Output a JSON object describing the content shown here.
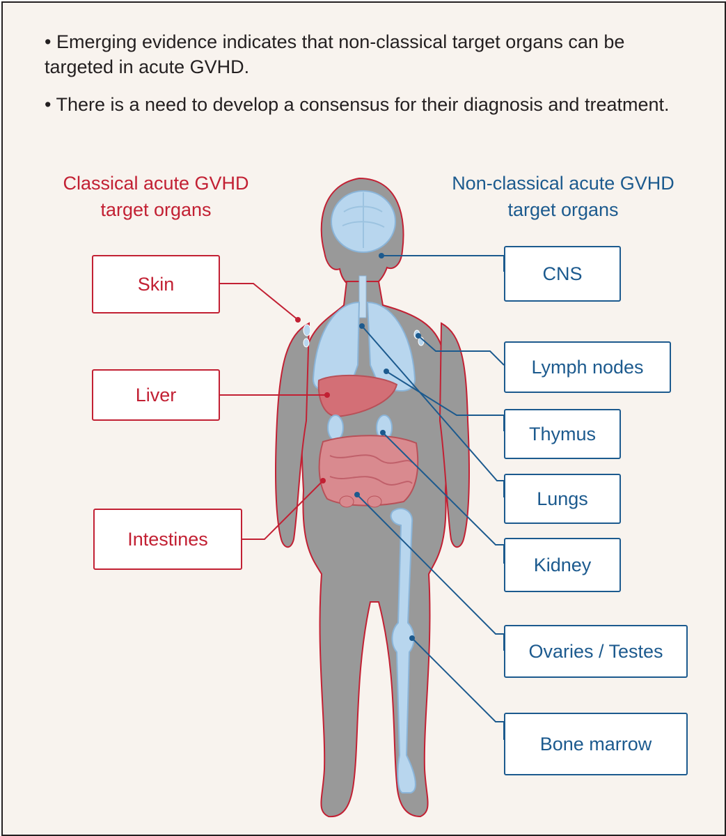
{
  "bullets": [
    "• Emerging evidence indicates that non-classical target organs can be targeted in acute GVHD.",
    "• There is a need to develop a consensus for their diagnosis and treatment."
  ],
  "classical": {
    "heading_line1": "Classical acute GVHD",
    "heading_line2": "target organs",
    "organs": [
      "Skin",
      "Liver",
      "Intestines"
    ]
  },
  "non_classical": {
    "heading_line1": "Non-classical acute GVHD",
    "heading_line2": "target organs",
    "organs": [
      "CNS",
      "Lymph nodes",
      "Thymus",
      "Lungs",
      "Kidney",
      "Ovaries / Testes",
      "Bone marrow"
    ]
  },
  "colors": {
    "classical": "#c22033",
    "non_classical": "#1c5a8e",
    "body": "#999999",
    "background": "#f8f3ee"
  }
}
